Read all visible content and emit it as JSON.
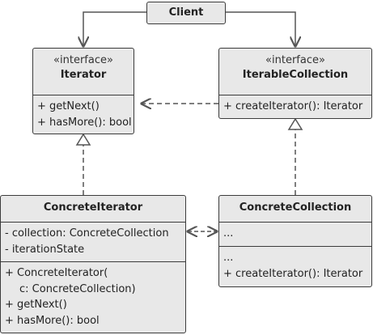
{
  "client": {
    "label": "Client"
  },
  "iterator": {
    "stereotype": "«interface»",
    "name": "Iterator",
    "methods": [
      "+ getNext()",
      "+ hasMore(): bool"
    ]
  },
  "iterable_collection": {
    "stereotype": "«interface»",
    "name": "IterableCollection",
    "methods": [
      "+ createIterator(): Iterator"
    ]
  },
  "concrete_iterator": {
    "name": "ConcreteIterator",
    "fields": [
      "- collection: ConcreteCollection",
      "- iterationState"
    ],
    "methods": [
      "+ ConcreteIterator(",
      "c: ConcreteCollection)",
      "+ getNext()",
      "+ hasMore(): bool"
    ]
  },
  "concrete_collection": {
    "name": "ConcreteCollection",
    "fields": [
      "..."
    ],
    "methods": [
      "...",
      "+ createIterator(): Iterator"
    ]
  },
  "colors": {
    "box_fill": "#e8e8e8",
    "border": "#3c3c3c",
    "line": "#555555"
  }
}
